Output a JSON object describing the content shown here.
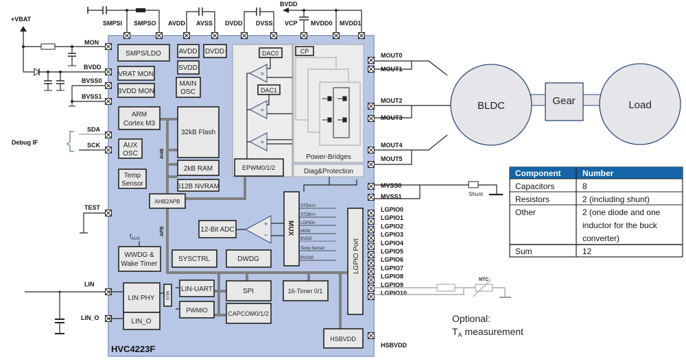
{
  "chip": {
    "name": "HVC4223F",
    "colors": {
      "chip_fill": "#b8c7e6",
      "chip_stroke": "#9aa8c8",
      "block_fill": "#e8e8e8",
      "table_header": "#1565a8",
      "motor_fill": "#e6e6ea",
      "motor_stroke": "#2c4a7a"
    }
  },
  "top_pins": [
    "SMPSI",
    "SMPSO",
    "AVDD",
    "AVSS",
    "DVDD",
    "DVSS",
    "VCP",
    "MVDD0",
    "MVDD1"
  ],
  "top_net": "BVDD",
  "left": {
    "supply": "+VBAT",
    "pins": [
      "MON",
      "BVDD",
      "BVSS0",
      "BVSS1",
      "SDA",
      "SCK",
      "TEST",
      "LIN",
      "LIN_O"
    ],
    "debug_label": "Debug IF"
  },
  "right_pins": {
    "mout": [
      "MOUT0",
      "MOUT1",
      "MOUT2",
      "MOUT3",
      "MOUT4",
      "MOUT5"
    ],
    "mvss": [
      "MVSS0",
      "MVSS1"
    ],
    "lgpio": [
      "LGPIO0",
      "LGPIO1",
      "LGPIO2",
      "LGPIO3",
      "LGPIO4",
      "LGPIO5",
      "LGPIO6",
      "LGPIO7",
      "LGPIO8",
      "LGPIO9",
      "LGPIO10"
    ],
    "hsbvdd": "HSBVDD"
  },
  "blocks": {
    "smps_ldo": "SMPS/LDO",
    "vbat_mon": "VRAT MON",
    "bvdd_mon": "BVDD MON",
    "avdd": "AVDD",
    "dvdd": "DVDD",
    "svdd": "SVDD",
    "main_osc": [
      "MAIN",
      "OSC"
    ],
    "arm": [
      "ARM",
      "Cortex M3"
    ],
    "flash": "32kB Flash",
    "aux_osc": [
      "AUX",
      "OSC"
    ],
    "ram": "2kB RAM",
    "nvram": "512B NVRAM",
    "temp_sensor": [
      "Temp",
      "Sensor"
    ],
    "ahb2apb": "AHB2APB",
    "ahb_label": "AHB",
    "apb_label": "APB",
    "dac0": "DAC0",
    "dac1": "DAC1",
    "comparator_symbol": "=",
    "epwm": "EPWM0/1/2",
    "cp": "CP",
    "power_bridges": "Power-Bridges",
    "diag": "Diag&Protection",
    "adc": "12-Bit ADC",
    "mux": "MUX",
    "mux_inputs": [
      "STDA+/-",
      "STDB+/-",
      "LGPIOx",
      "MON",
      "BVDD",
      "Temp Sensor",
      "BVSS0"
    ],
    "f_aux": "f",
    "f_aux_sub": "AUX",
    "wwdg": [
      "WWDG &",
      "Wake Timer"
    ],
    "sysctrl": "SYSCTRL",
    "dwdg": "DWDG",
    "lin_phy": "LIN PHY",
    "lin_o": "LIN_O",
    "small_mux": "MUX",
    "lin_uart": "LIN-UART",
    "pwmio": "PWMIO",
    "spi": "SPI",
    "capcom": "CAPCOM0/1/2",
    "timer": "16-Timer 0/1",
    "lgpio_port": "LGPIO Port",
    "hsbvdd": "HSBVDD",
    "adc_plus": "+",
    "adc_minus": "−"
  },
  "mechanics": {
    "motor": "BLDC",
    "gear": "Gear",
    "load": "Load"
  },
  "external": {
    "shunt": "Shunt",
    "ntc": "NTC",
    "optional": "Optional:",
    "ta_t": "T",
    "ta_sub": "A",
    "ta_rest": " measurement"
  },
  "table": {
    "headers": [
      "Component",
      "Number"
    ],
    "rows": [
      {
        "component": "Capacitors",
        "number": [
          "8"
        ]
      },
      {
        "component": "Resistors",
        "number": [
          "2 (including shunt)"
        ]
      },
      {
        "component": "Other",
        "number": [
          "2 (one diode and one",
          "inductor for the buck",
          "converter)"
        ]
      },
      {
        "component": "Sum",
        "number": [
          "12"
        ]
      }
    ]
  }
}
